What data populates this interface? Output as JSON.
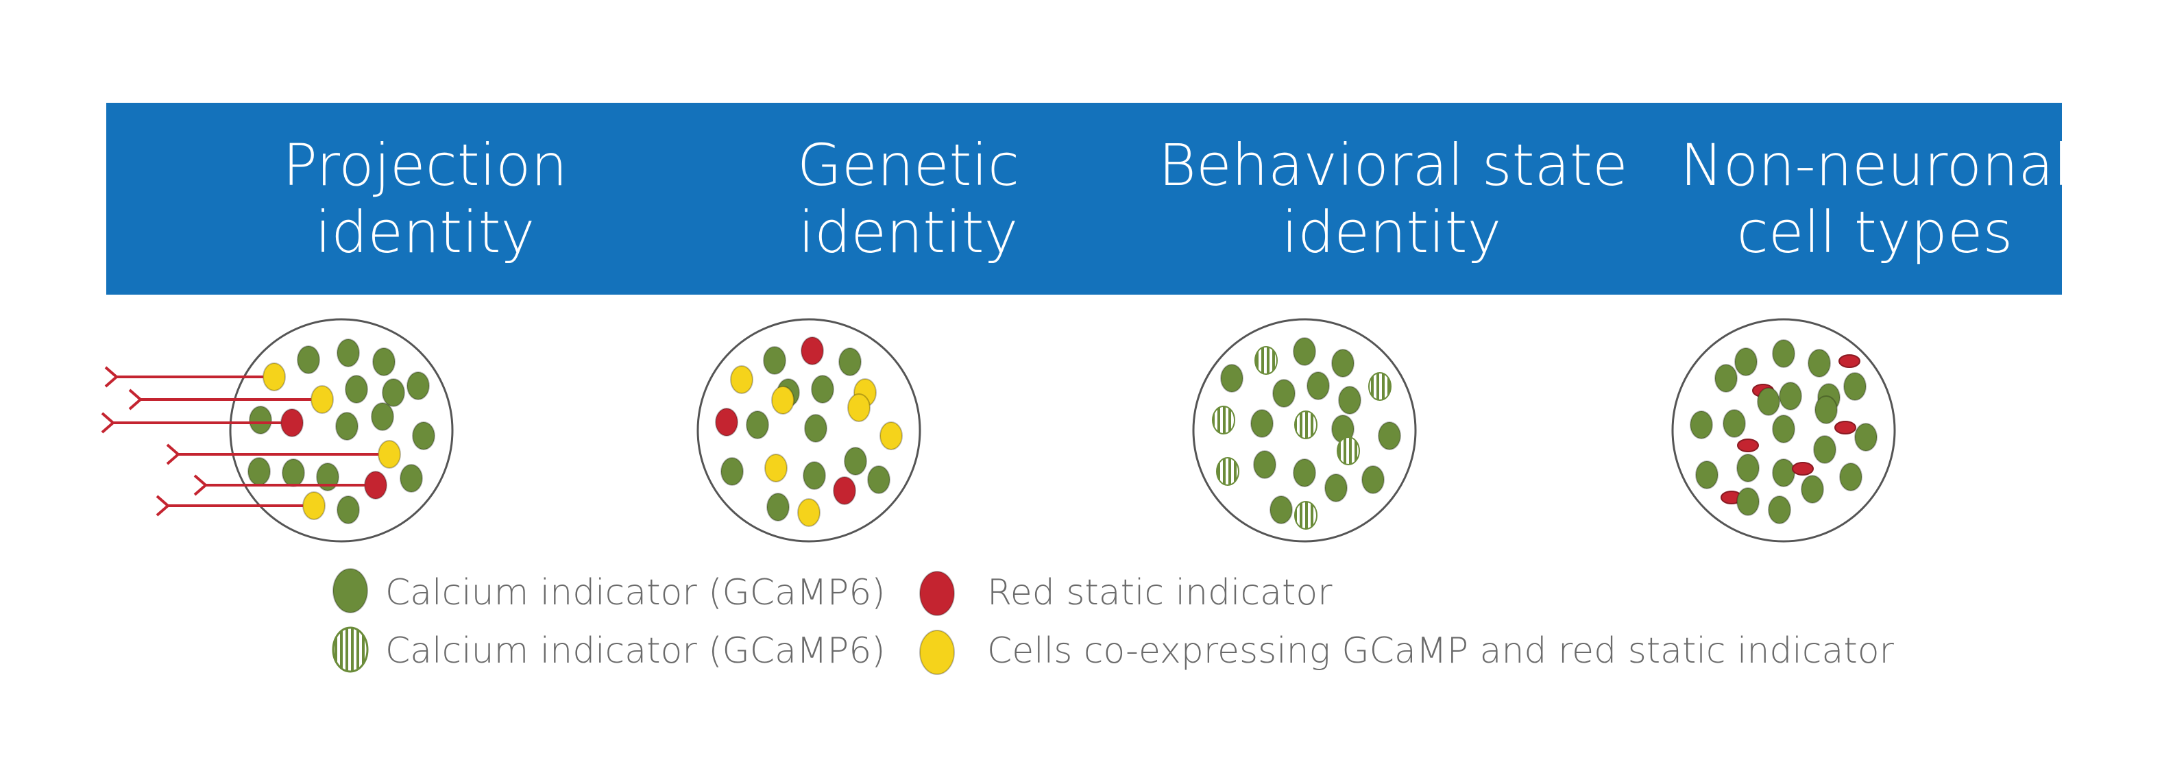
{
  "columns": [
    {
      "line1": "Projection",
      "line2": "identity"
    },
    {
      "line1": "Genetic",
      "line2": "identity"
    },
    {
      "line1": "Behavioral state",
      "line2": "identity"
    },
    {
      "line1": "Non-neuronal",
      "line2": "cell types"
    }
  ],
  "legend": [
    {
      "label": "Calcium indicator (GCaMP6)",
      "marker": "solid-green"
    },
    {
      "label": "Calcium indicator (GCaMP6)",
      "marker": "striped-green"
    },
    {
      "label": "Red static indicator",
      "marker": "solid-red"
    },
    {
      "label": "Cells co-expressing GCaMP and red static indicator",
      "marker": "solid-yellow"
    }
  ],
  "colors": {
    "banner": "#1472bb",
    "green": "#6b8c3a",
    "red": "#c42430",
    "yellow": "#f5d31b",
    "outline": "#555555",
    "axon": "#c42430"
  }
}
